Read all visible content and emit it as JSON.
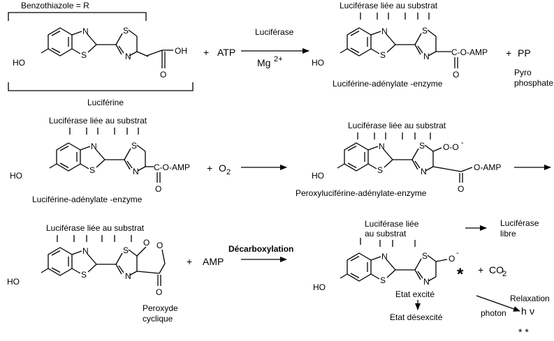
{
  "labels": {
    "benzothiazole": "Benzothiazole = R",
    "luciferine": "Luciférine",
    "plus": "+",
    "atp": "ATP",
    "luciferase": "Luciférase",
    "mg": "Mg",
    "mg_charge": "2+",
    "enzyme_bound": "Luciférase liée au substrat",
    "adenylate_enzyme": "Luciférine-adénylate -enzyme",
    "pp": "PP",
    "pyro": "Pyro",
    "phosphate": "phosphate",
    "o2": "O",
    "o2_sub": "2",
    "peroxy_enzyme": "Peroxyluciférine-adénylate-enzyme",
    "amp": "AMP",
    "decarboxylation": "Décarboxylation",
    "peroxyde": "Peroxyde",
    "cyclique": "cyclique",
    "luciferase_liee": "Luciférase liée",
    "au_substrat": "au substrat",
    "luciferase_libre_1": "Luciférase",
    "luciferase_libre_2": "libre",
    "co2": "CO",
    "co2_sub": "2",
    "etat_excite": "Etat excité",
    "etat_desexcite": "Etat désexcité",
    "relaxation": "Relaxation",
    "photon": "photon",
    "hv": "h",
    "nu": "ν",
    "star": "*",
    "small_stars": "* *",
    "atom": {
      "N": "N",
      "S": "S",
      "HO": "HO",
      "O": "O",
      "OH": "OH",
      "O_minus": "O",
      "minus": "-",
      "co_amp": "C-O-AMP",
      "c_o": "C",
      "o_amp": "O-AMP",
      "oo": "O-O",
      "o_dash": "-"
    }
  }
}
